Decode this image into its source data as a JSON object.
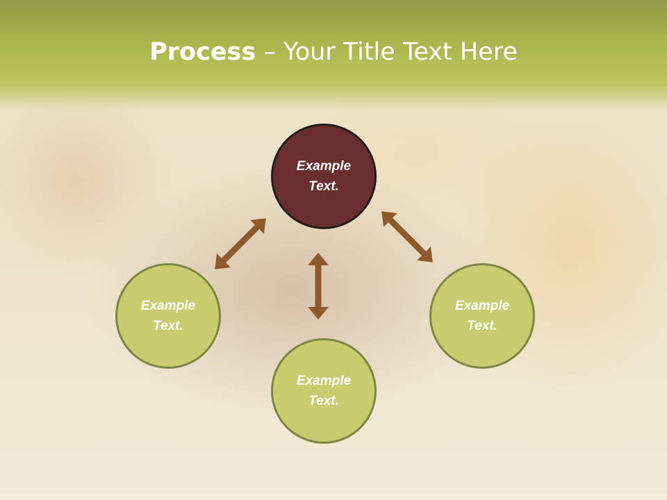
{
  "slide": {
    "title_bold": "Process",
    "title_rest": " – Your Title Text Here"
  },
  "diagram": {
    "nodes": [
      {
        "id": "top",
        "line1": "Example",
        "line2": "Text."
      },
      {
        "id": "left",
        "line1": "Example",
        "line2": "Text."
      },
      {
        "id": "right",
        "line1": "Example",
        "line2": "Text."
      },
      {
        "id": "bottom",
        "line1": "Example",
        "line2": "Text."
      }
    ]
  },
  "colors": {
    "header_green": "#a9b84e",
    "center_circle": "#6a2e2f",
    "outer_circle": "#c8cc6f",
    "arrow": "#8e5a2b"
  }
}
